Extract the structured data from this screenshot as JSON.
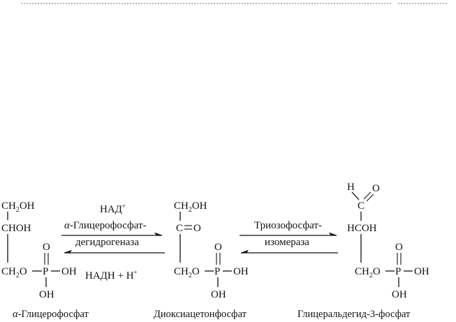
{
  "compounds": {
    "glycerophosphate": {
      "r1_base": "CH",
      "r1_sub": "2",
      "r1_tail": "OH",
      "r2": "CHOH",
      "r3_base": "CH",
      "r3_sub": "2",
      "r3_tail": "O",
      "p": "P",
      "o_top": "O",
      "oh_right": "OH",
      "oh_bottom": "OH",
      "name_prefix": "α",
      "name_rest": "-Глицерофосфат"
    },
    "dhap": {
      "r1_base": "CH",
      "r1_sub": "2",
      "r1_tail": "OH",
      "r2_c": "C",
      "r2_o": "O",
      "r3_base": "CH",
      "r3_sub": "2",
      "r3_tail": "O",
      "p": "P",
      "o_top": "O",
      "oh_right": "OH",
      "oh_bottom": "OH",
      "name": "Диоксиацетонфосфат"
    },
    "g3p": {
      "h": "H",
      "c": "C",
      "o": "O",
      "r2": "HCOH",
      "r3_base": "CH",
      "r3_sub": "2",
      "r3_tail": "O",
      "p": "P",
      "o_top": "O",
      "oh_right": "OH",
      "oh_bottom": "OH",
      "name": "Глицеральдегид-3-фосфат"
    }
  },
  "reaction1": {
    "cofactor_top": "НАД",
    "cofactor_top_sup": "+",
    "enzyme_prefix": "α",
    "enzyme_line1": "-Глицерофосфат-",
    "enzyme_line2": "дегидрогеназа",
    "cofactor_bottom": "НАДН + Н",
    "cofactor_bottom_sup": "+"
  },
  "reaction2": {
    "enzyme_line1": "Триозофосфат-",
    "enzyme_line2": "изомераза"
  }
}
